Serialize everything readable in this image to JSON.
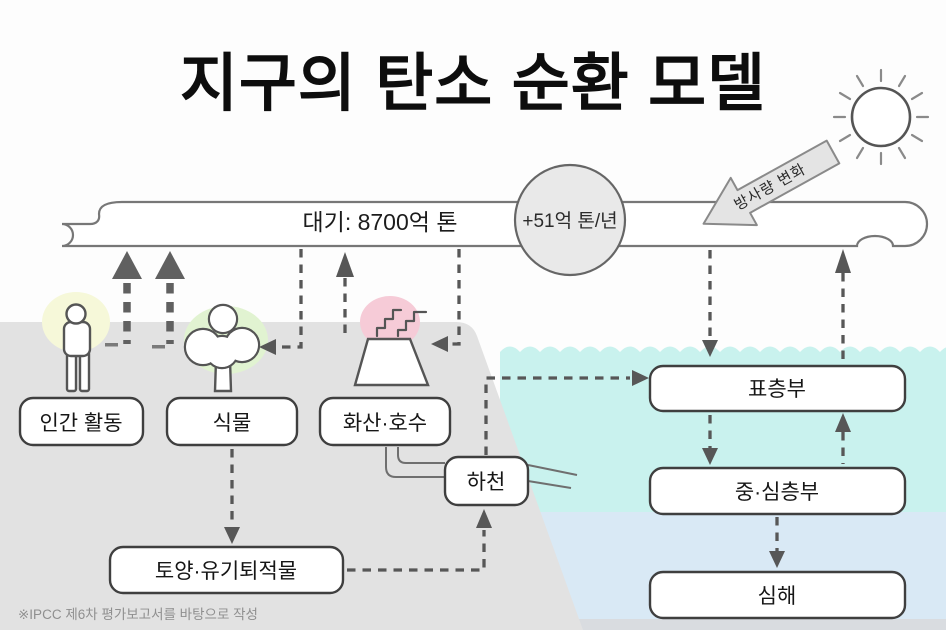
{
  "title": "지구의 탄소 순환 모델",
  "footnote": "※IPCC 제6차 평가보고서를 바탕으로 작성",
  "atmosphere": {
    "label": "대기: 8700억 톤",
    "net_increase_label": "+51억 톤/년"
  },
  "sun": {
    "radiation_arrow_label": "방사량 변화"
  },
  "land_nodes": {
    "human_activity": "인간 활동",
    "plants": "식물",
    "volcano_lake": "화산·호수",
    "river": "하천",
    "soil_sediment": "토양·유기퇴적물"
  },
  "ocean_nodes": {
    "surface_layer": "표층부",
    "mid_deep_layer": "중·심층부",
    "deep_sea": "심해"
  },
  "colors": {
    "sky": "#fdfdfd",
    "sea-top": "#c9f2ee",
    "sea-deep": "#d9e9f5",
    "sea-floor": "#d9dce0",
    "land": "#e2e2e2",
    "glow-yellow": "#f6f8d9",
    "glow-green": "#e1f3d1",
    "glow-pink": "#f6cbd7",
    "line": "#575757"
  }
}
